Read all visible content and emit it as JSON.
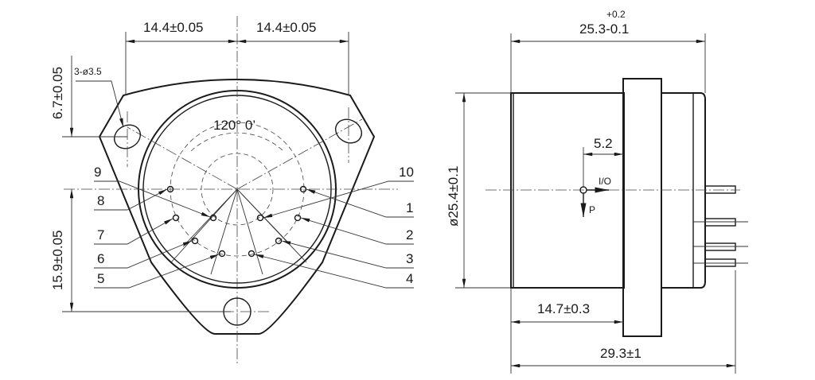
{
  "drawing": {
    "front_view": {
      "dims": {
        "left_half_width": "14.4±0.05",
        "right_half_width": "14.4±0.05",
        "top_offset": "6.7±0.05",
        "bottom_offset": "15.9±0.05",
        "mount_holes": "3-ø3.5",
        "pin_angle": "120° 0’"
      },
      "pins": [
        {
          "label": "1"
        },
        {
          "label": "2"
        },
        {
          "label": "3"
        },
        {
          "label": "4"
        },
        {
          "label": "5"
        },
        {
          "label": "6"
        },
        {
          "label": "7"
        },
        {
          "label": "8"
        },
        {
          "label": "9"
        },
        {
          "label": "10"
        }
      ]
    },
    "side_view": {
      "dims": {
        "overall_body_upper": "+0.2",
        "overall_body_lower": "25.3-0.1",
        "diameter": "ø25.4±0.1",
        "flange_offset": "5.2",
        "body_length": "14.7±0.3",
        "overall_length": "29.3±1"
      },
      "axis_labels": {
        "io": "I/O",
        "p": "P"
      }
    }
  }
}
